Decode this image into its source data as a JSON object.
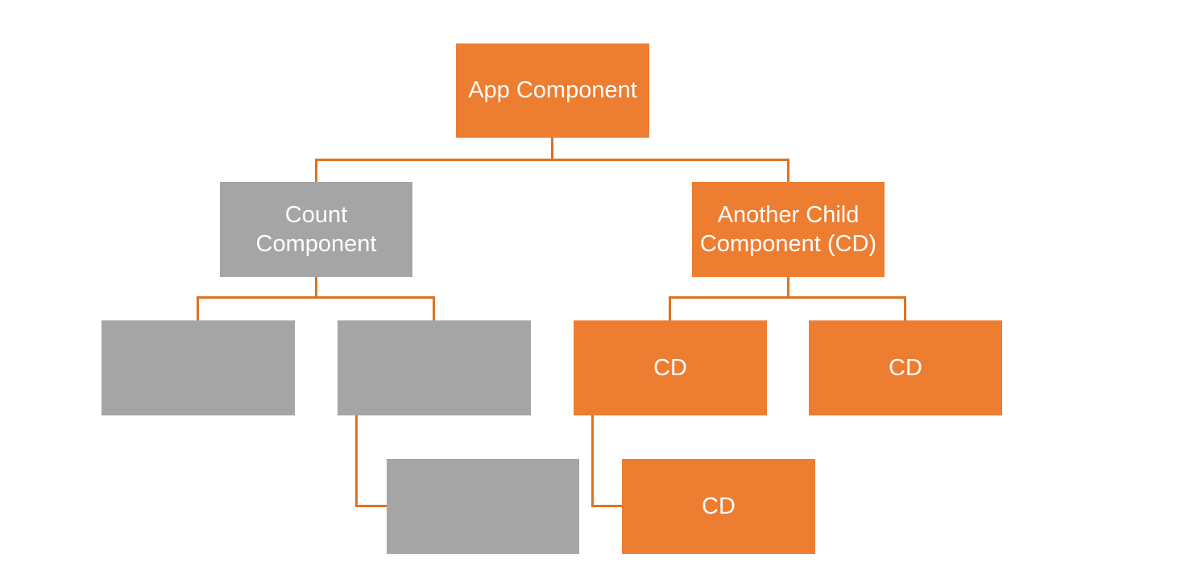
{
  "diagram": {
    "colors": {
      "orange_fill": "#ED7D31",
      "gray_fill": "#A5A5A5",
      "connector_line": "#DD7321",
      "label_text": "#FFFFFF",
      "background": "#FFFFFF"
    },
    "nodes": {
      "app": {
        "label": "App Component"
      },
      "count": {
        "label": "Count Component"
      },
      "another_child": {
        "label": "Another Child Component (CD)"
      },
      "count_child_1": {
        "label": ""
      },
      "count_child_2": {
        "label": ""
      },
      "cd_child_1": {
        "label": "CD"
      },
      "cd_child_2": {
        "label": "CD"
      },
      "count_grandchild": {
        "label": ""
      },
      "cd_grandchild": {
        "label": "CD"
      }
    }
  }
}
